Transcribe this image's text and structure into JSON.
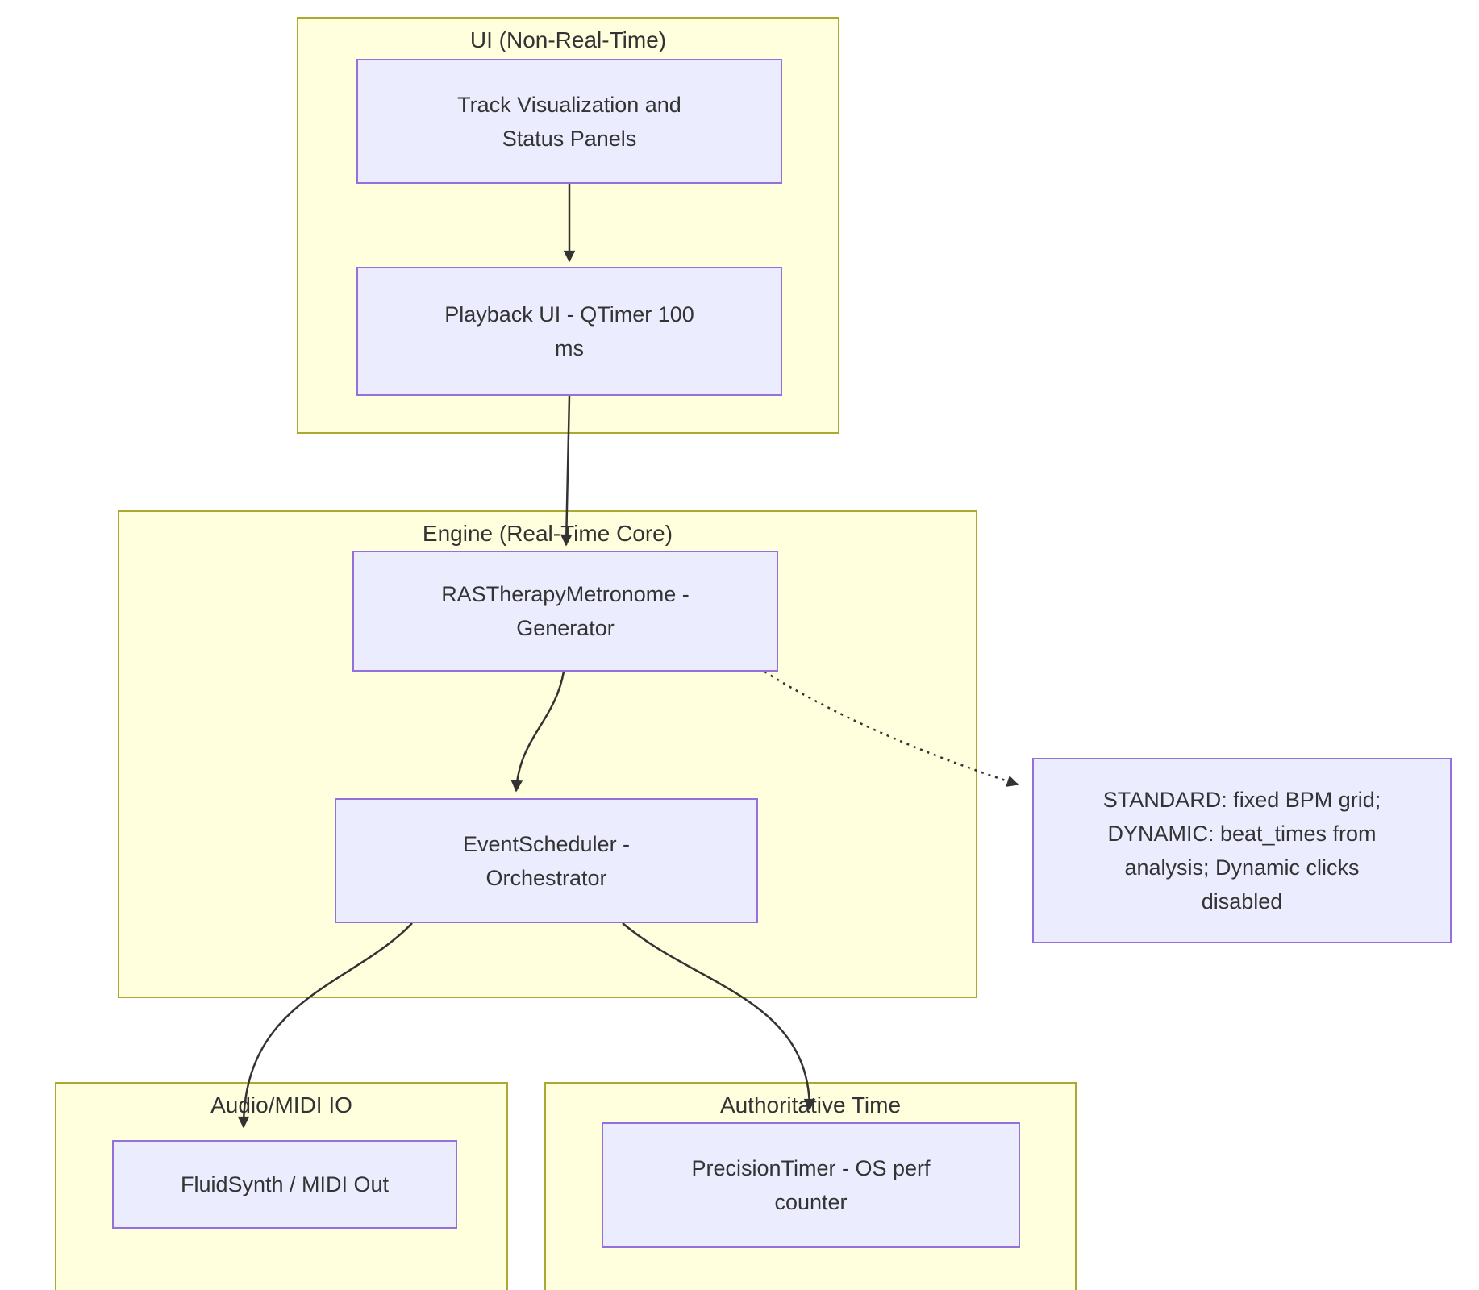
{
  "diagram_type": "flowchart",
  "colors": {
    "background": "#ffffff",
    "cluster_fill": "#ffffde",
    "cluster_border": "#aaaa33",
    "node_fill": "#ECECFF",
    "node_border": "#9370DB",
    "edge": "#333333",
    "text": "#333333"
  },
  "clusters": {
    "ui": {
      "title": "UI (Non-Real-Time)"
    },
    "engine": {
      "title": "Engine (Real-Time Core)"
    },
    "audio_midi_io": {
      "title": "Audio/MIDI IO"
    },
    "authoritative_time": {
      "title": "Authoritative Time"
    }
  },
  "nodes": {
    "track_visualization": {
      "label": "Track Visualization and Status Panels",
      "lines": [
        "Track Visualization and",
        "Status Panels"
      ]
    },
    "playback_ui": {
      "label": "Playback UI - QTimer 100 ms",
      "lines": [
        "Playback UI - QTimer 100",
        "ms"
      ]
    },
    "ras_therapy_metronome": {
      "label": "RASTherapyMetronome - Generator",
      "lines": [
        "RASTherapyMetronome -",
        "Generator"
      ]
    },
    "event_scheduler": {
      "label": "EventScheduler - Orchestrator",
      "lines": [
        "EventScheduler -",
        "Orchestrator"
      ]
    },
    "fluidsynth": {
      "label": "FluidSynth / MIDI Out",
      "lines": [
        "FluidSynth / MIDI Out"
      ]
    },
    "precision_timer": {
      "label": "PrecisionTimer - OS perf counter",
      "lines": [
        "PrecisionTimer - OS perf",
        "counter"
      ]
    },
    "note": {
      "label": "STANDARD: fixed BPM grid; DYNAMIC: beat_times from analysis; Dynamic clicks disabled",
      "lines": [
        "STANDARD: fixed BPM grid;",
        "DYNAMIC: beat_times from",
        "analysis; Dynamic clicks",
        "disabled"
      ]
    }
  },
  "edges": [
    {
      "from": "track_visualization",
      "to": "playback_ui",
      "style": "solid"
    },
    {
      "from": "playback_ui",
      "to": "ras_therapy_metronome",
      "style": "solid"
    },
    {
      "from": "ras_therapy_metronome",
      "to": "event_scheduler",
      "style": "solid"
    },
    {
      "from": "ras_therapy_metronome",
      "to": "note",
      "style": "dotted"
    },
    {
      "from": "event_scheduler",
      "to": "fluidsynth",
      "style": "solid"
    },
    {
      "from": "event_scheduler",
      "to": "precision_timer",
      "style": "solid"
    }
  ]
}
